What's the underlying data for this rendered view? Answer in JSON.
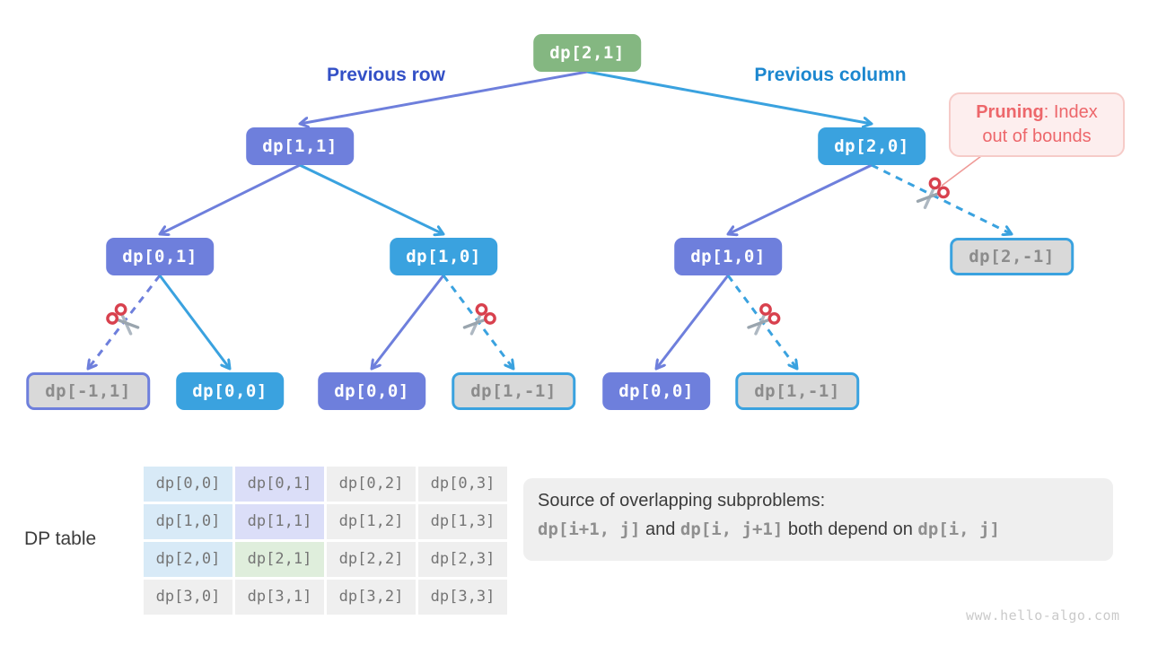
{
  "colors": {
    "green_node": "#84b781",
    "purple_node": "#6e7fdc",
    "blue_node": "#3aa2df",
    "pruned_node_bg": "#d9d9d9",
    "previous_row_label": "#3350c6",
    "previous_column_label": "#1c87cf",
    "pruning_text": "#ed676b",
    "pruning_bg": "#fdeeee",
    "table_highlight_blue": "#d8eaf7",
    "table_highlight_purple": "#dbdef8",
    "table_highlight_green": "#dfeedc"
  },
  "tree": {
    "branch_labels": {
      "left": "Previous row",
      "right": "Previous column"
    },
    "nodes": [
      {
        "id": "root",
        "label": "dp[2,1]",
        "variant": "green"
      },
      {
        "id": "n11",
        "label": "dp[1,1]",
        "variant": "purple"
      },
      {
        "id": "n20",
        "label": "dp[2,0]",
        "variant": "blue"
      },
      {
        "id": "n01",
        "label": "dp[0,1]",
        "variant": "purple"
      },
      {
        "id": "n10b",
        "label": "dp[1,0]",
        "variant": "blue"
      },
      {
        "id": "n10p",
        "label": "dp[1,0]",
        "variant": "purple"
      },
      {
        "id": "n2m1",
        "label": "dp[2,-1]",
        "variant": "pruned-blue"
      },
      {
        "id": "nm11",
        "label": "dp[-1,1]",
        "variant": "pruned-purple"
      },
      {
        "id": "n00a",
        "label": "dp[0,0]",
        "variant": "blue"
      },
      {
        "id": "n00b",
        "label": "dp[0,0]",
        "variant": "purple"
      },
      {
        "id": "n1m1a",
        "label": "dp[1,-1]",
        "variant": "pruned-blue"
      },
      {
        "id": "n00c",
        "label": "dp[0,0]",
        "variant": "purple"
      },
      {
        "id": "n1m1b",
        "label": "dp[1,-1]",
        "variant": "pruned-blue"
      }
    ]
  },
  "callout": {
    "bold": "Pruning",
    "rest": ": Index out of bounds"
  },
  "dp_table": {
    "label": "DP table",
    "rows": [
      [
        "dp[0,0]",
        "dp[0,1]",
        "dp[0,2]",
        "dp[0,3]"
      ],
      [
        "dp[1,0]",
        "dp[1,1]",
        "dp[1,2]",
        "dp[1,3]"
      ],
      [
        "dp[2,0]",
        "dp[2,1]",
        "dp[2,2]",
        "dp[2,3]"
      ],
      [
        "dp[3,0]",
        "dp[3,1]",
        "dp[3,2]",
        "dp[3,3]"
      ]
    ],
    "highlights": {
      "blue": [
        [
          0,
          0
        ],
        [
          1,
          0
        ],
        [
          2,
          0
        ]
      ],
      "purple": [
        [
          0,
          1
        ],
        [
          1,
          1
        ]
      ],
      "green": [
        [
          2,
          1
        ]
      ]
    }
  },
  "info_box": {
    "line1": "Source of overlapping subproblems:",
    "line2_segments": [
      {
        "text": "dp[i+1, j]",
        "mono": true
      },
      {
        "text": "  and ",
        "mono": false
      },
      {
        "text": "dp[i, j+1]",
        "mono": true
      },
      {
        "text": " both depend on ",
        "mono": false
      },
      {
        "text": "dp[i, j]",
        "mono": true
      }
    ]
  },
  "watermark": "www.hello-algo.com"
}
